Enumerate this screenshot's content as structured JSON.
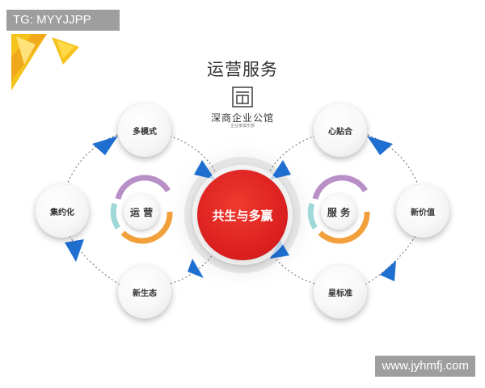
{
  "watermark_top": "TG: MYYJJPP",
  "watermark_bottom": "www.jyhmfj.com",
  "title": "运营服务",
  "logo": {
    "name": "深商企业公馆",
    "subtitle": "企业家俱乐部",
    "icon": "building-seal-icon"
  },
  "center": "共生与多赢",
  "left_hub": "运 营",
  "right_hub": "服 务",
  "left_nodes": [
    "多模式",
    "集约化",
    "新生态"
  ],
  "right_nodes": [
    "心贴合",
    "新价值",
    "星标准"
  ],
  "colors": {
    "center_red": "#d91e1e",
    "arrow_blue": "#1f6fd1",
    "arc_purple": "#b98fc7",
    "arc_orange": "#f2a03c",
    "arc_teal": "#9fd8d8",
    "corner_yellow": "#f6c21c"
  }
}
